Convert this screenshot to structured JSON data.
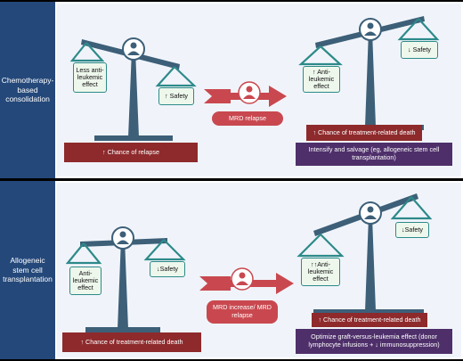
{
  "panels": [
    {
      "label": "Chemotherapy-based consolidation",
      "left_scale": {
        "left_pan": "Less anti-leukemic effect",
        "right_pan": "↑ Safety",
        "bottom": "↑ Chance of relapse"
      },
      "transition": "MRD relapse",
      "right_scale": {
        "left_pan": "↑ Anti-leukemic effect",
        "right_pan": "↓ Safety",
        "bottom": "↑ Chance of treatment-related death",
        "action": "Intensify and salvage (eg, allogeneic stem cell transplantation)"
      }
    },
    {
      "label": "Allogeneic stem cell transplantation",
      "left_scale": {
        "left_pan": "Anti-leukemic effect",
        "right_pan": "↓Safety",
        "bottom": "↑ Chance of treatment-related death"
      },
      "transition": "MRD increase/ MRD relapse",
      "right_scale": {
        "left_pan": "↑↑Anti-leukemic effect",
        "right_pan": "↓Safety",
        "bottom": "↑ Chance of treatment-related death",
        "action": "Optimize graft-versus-leukemia effect (donor lymphocyte infusions + ↓ immunosuppression)"
      }
    }
  ],
  "colors": {
    "sidebar": "#24487a",
    "beam": "#3d5f78",
    "pan_outline": "#2d8a8a",
    "bar_red": "#8e2a2c",
    "bar_purple": "#4e2f6a",
    "arrow": "#c9484f"
  },
  "icons": [
    "person-icon",
    "patient-icon",
    "arrow-icon"
  ]
}
